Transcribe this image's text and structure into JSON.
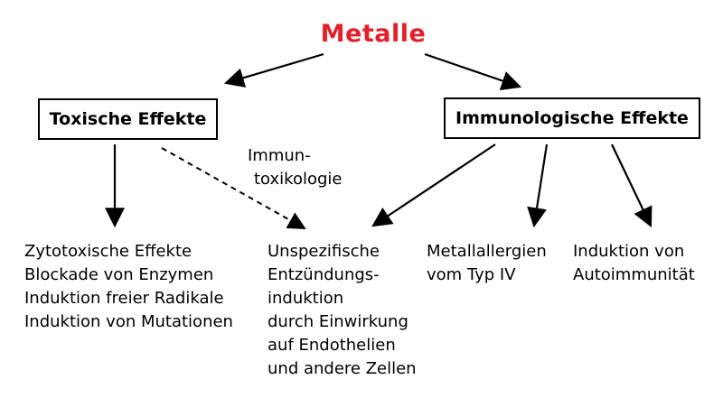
{
  "title": "Metalle",
  "colors": {
    "title": "#e3202a",
    "line": "#000000"
  },
  "boxes": {
    "toxic": "Toxische Effekte",
    "immuno": "Immunologische Effekte"
  },
  "dashed_label": [
    "Immun-",
    "toxikologie"
  ],
  "groups": {
    "effects": [
      "Zytotoxische Effekte",
      "Blockade von Enzymen",
      "Induktion freier Radikale",
      "Induktion von Mutationen"
    ],
    "unspecific": [
      "Unspezifische",
      "Entzündungs-",
      "induktion",
      "durch Einwirkung",
      "auf Endothelien",
      "und andere Zellen"
    ],
    "allergy": [
      "Metallallergien",
      "vom Typ IV"
    ],
    "autoimmunity": [
      "Induktion von",
      "Autoimmunität"
    ]
  }
}
